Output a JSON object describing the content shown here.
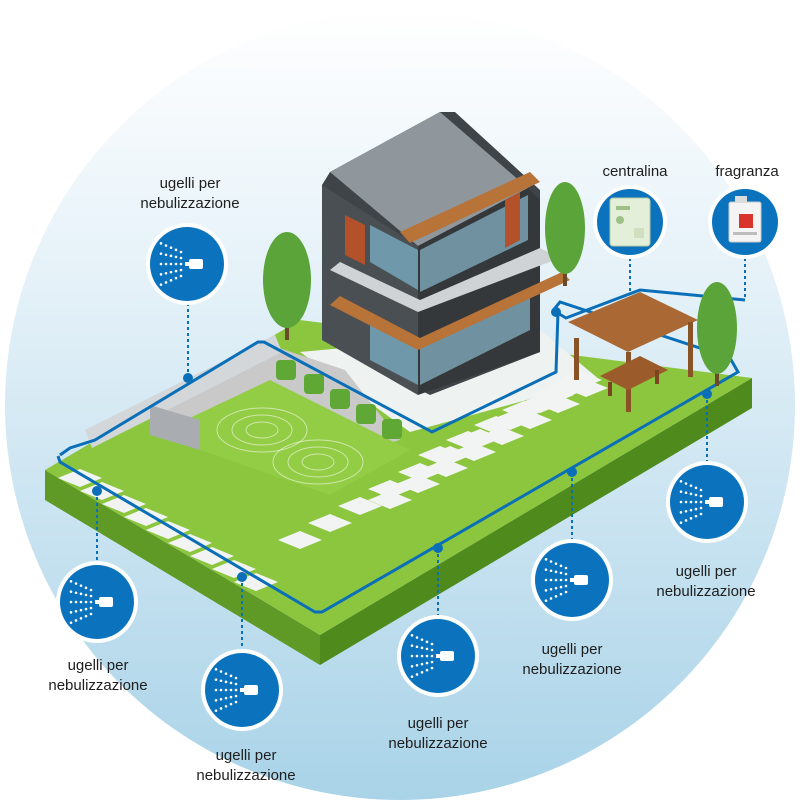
{
  "colors": {
    "sky_top": "#ffffff",
    "sky_bottom": "#b9dcec",
    "grass": "#8cc63f",
    "grass_dark": "#6aa52a",
    "pipe": "#0b6fb8",
    "badge": "#0b73bd",
    "badge_ring": "#ffffff",
    "leader": "#0b6fb8"
  },
  "labels": {
    "nozzle_line1": "ugelli per",
    "nozzle_line2": "nebulizzazione",
    "controller": "centralina",
    "fragrance": "fragranza"
  },
  "icons": {
    "nozzle": "mist-nozzle-icon",
    "controller": "control-unit-icon",
    "fragrance": "fragrance-canister-icon"
  }
}
